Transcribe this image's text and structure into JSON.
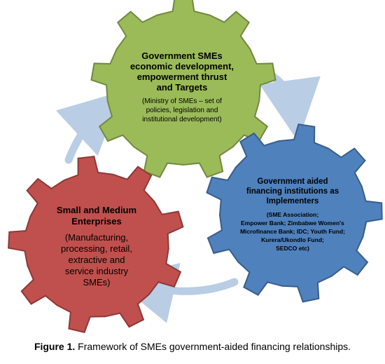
{
  "gears": {
    "green": {
      "title": [
        "Government SMEs",
        "economic development,",
        "empowerment thrust",
        "and Targets"
      ],
      "detail": [
        "(Ministry of SMEs – set of",
        "policies, legislation and",
        "institutional development)"
      ],
      "fill": "#9bbb59",
      "stroke": "#71893f"
    },
    "blue": {
      "title": [
        "Government  aided",
        "financing  institutions  as",
        "Implementers"
      ],
      "detail": [
        "(SME Association;",
        "Empower Bank; Zimbabwe Women's",
        "Microfinance Bank; IDC; Youth Fund;",
        "Kurera/Ukondlo Fund;",
        "SEDCO etc)"
      ],
      "fill": "#4f81bd",
      "stroke": "#385d8a"
    },
    "red": {
      "title": [
        "Small and Medium",
        "Enterprises"
      ],
      "detail": [
        "(Manufacturing,",
        "processing, retail,",
        "extractive and",
        "service industry",
        "SMEs)"
      ],
      "fill": "#c0504d",
      "stroke": "#8c3836"
    }
  },
  "arrow_color": "#b9cde5",
  "caption": {
    "label": "Figure 1.",
    "text": " Framework of SMEs government-aided financing relationships."
  }
}
